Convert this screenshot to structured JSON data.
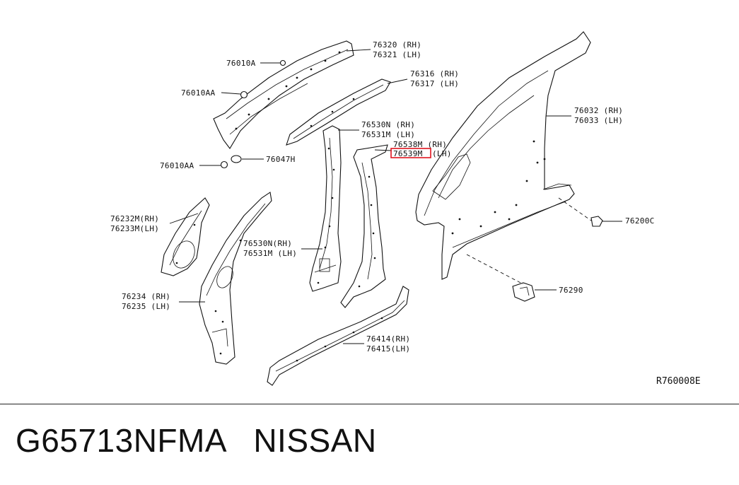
{
  "diagram": {
    "labels": [
      {
        "id": "l1",
        "text": "76320 (RH)"
      },
      {
        "id": "l2",
        "text": "76321 (LH)"
      },
      {
        "id": "l3",
        "text": "76010A"
      },
      {
        "id": "l4",
        "text": "76316 (RH)"
      },
      {
        "id": "l5",
        "text": "76317 (LH)"
      },
      {
        "id": "l6",
        "text": "76010AA"
      },
      {
        "id": "l7",
        "text": "76530N (RH)"
      },
      {
        "id": "l8",
        "text": "76531M (LH)"
      },
      {
        "id": "l9",
        "text": "76538M (RH)"
      },
      {
        "id": "l10",
        "text": "76539M"
      },
      {
        "id": "l11",
        "text": "(LH)"
      },
      {
        "id": "l12",
        "text": "76047H"
      },
      {
        "id": "l13",
        "text": "76010AA"
      },
      {
        "id": "l14",
        "text": "76032 (RH)"
      },
      {
        "id": "l15",
        "text": "76033 (LH)"
      },
      {
        "id": "l16",
        "text": "76232M(RH)"
      },
      {
        "id": "l17",
        "text": "76233M(LH)"
      },
      {
        "id": "l18",
        "text": "76530N(RH)"
      },
      {
        "id": "l19",
        "text": "76531M (LH)"
      },
      {
        "id": "l20",
        "text": "76200C"
      },
      {
        "id": "l21",
        "text": "76290"
      },
      {
        "id": "l22",
        "text": "76234 (RH)"
      },
      {
        "id": "l23",
        "text": "76235 (LH)"
      },
      {
        "id": "l24",
        "text": "76414(RH)"
      },
      {
        "id": "l25",
        "text": "76415(LH)"
      }
    ],
    "reference_code": "R760008E",
    "highlight_color": "#e0141e"
  },
  "footer": {
    "part_number": "G65713NFMA",
    "brand": "NISSAN"
  }
}
